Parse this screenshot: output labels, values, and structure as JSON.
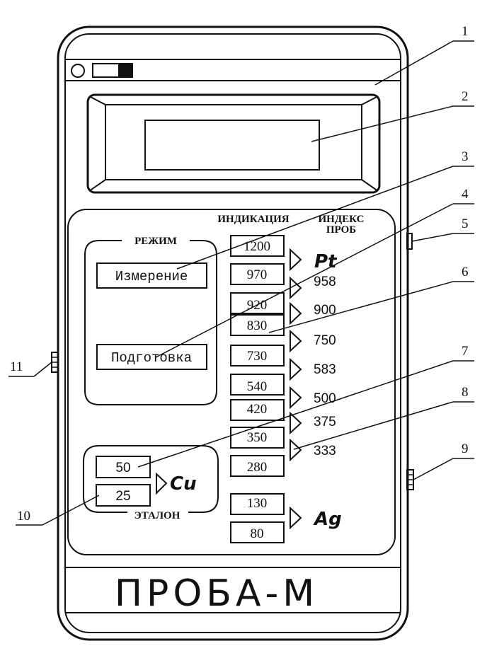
{
  "panel": {
    "indication_header": "ИНДИКАЦИЯ",
    "index_header_1": "ИНДЕКС",
    "index_header_2": "ПРОБ"
  },
  "mode": {
    "title": "РЕЖИМ",
    "measure": "Измерение",
    "prepare": "Подготовка"
  },
  "etalon": {
    "title": "ЭТАЛОН",
    "values": [
      "50",
      "25"
    ],
    "symbol": "Cu"
  },
  "indication_boxes": [
    "1200",
    "970",
    "920",
    "830",
    "730",
    "540",
    "420",
    "350",
    "280",
    "130",
    "80"
  ],
  "index_values": [
    "958",
    "900",
    "750",
    "583",
    "500",
    "375",
    "333"
  ],
  "metal_symbols": {
    "platinum": "Pt",
    "silver": "Ag"
  },
  "brand": "ПРОБА-М",
  "callouts": [
    "1",
    "2",
    "3",
    "4",
    "5",
    "6",
    "7",
    "8",
    "9",
    "10",
    "11"
  ]
}
